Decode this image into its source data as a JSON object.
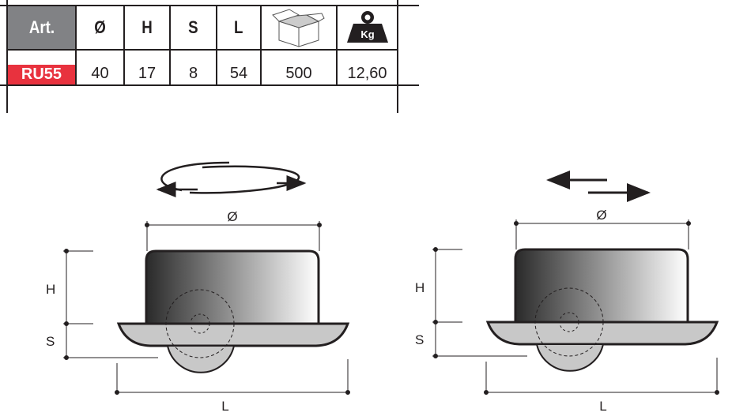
{
  "table": {
    "headers": [
      "Art.",
      "Ø",
      "H",
      "S",
      "L"
    ],
    "box_icon": "box-icon",
    "weight_icon": "weight-kg-icon",
    "weight_icon_label": "Kg",
    "row": {
      "art": "RU55",
      "diameter": "40",
      "h": "17",
      "s": "8",
      "l": "54",
      "pack_qty": "500",
      "weight": "12,60"
    }
  },
  "diagrams": {
    "labels": {
      "diameter": "Ø",
      "h": "H",
      "s": "S",
      "l": "L"
    },
    "left_motion": "rotation-arrows-icon",
    "right_motion": "linear-arrows-icon"
  },
  "colors": {
    "art_bg": "#818285",
    "ru_bg": "#e8323e"
  }
}
